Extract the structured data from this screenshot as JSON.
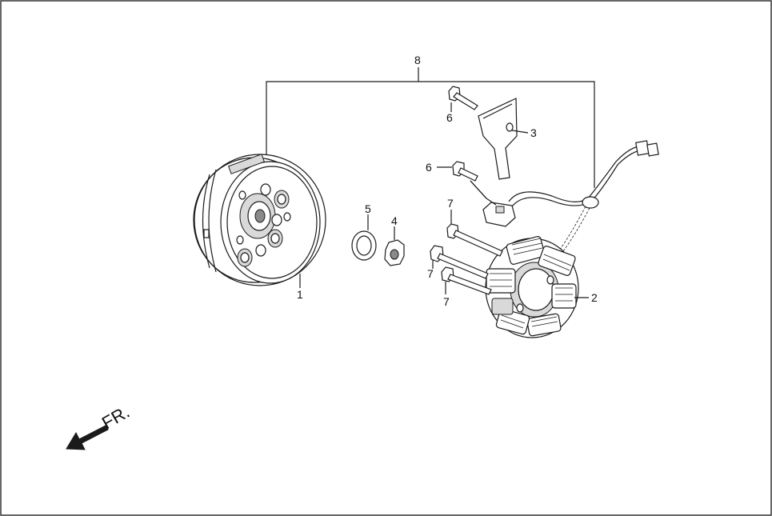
{
  "callouts": {
    "flywheel": "1",
    "stator": "2",
    "bracket": "3",
    "nut": "4",
    "washer": "5",
    "bolt_6_upper": "6",
    "bolt_6_lower": "6",
    "bolt_7_a": "7",
    "bolt_7_b": "7",
    "bolt_7_c": "7",
    "assembly": "8"
  },
  "direction_label": "FR.",
  "colors": {
    "line": "#1a1a1a",
    "background": "#ffffff"
  }
}
